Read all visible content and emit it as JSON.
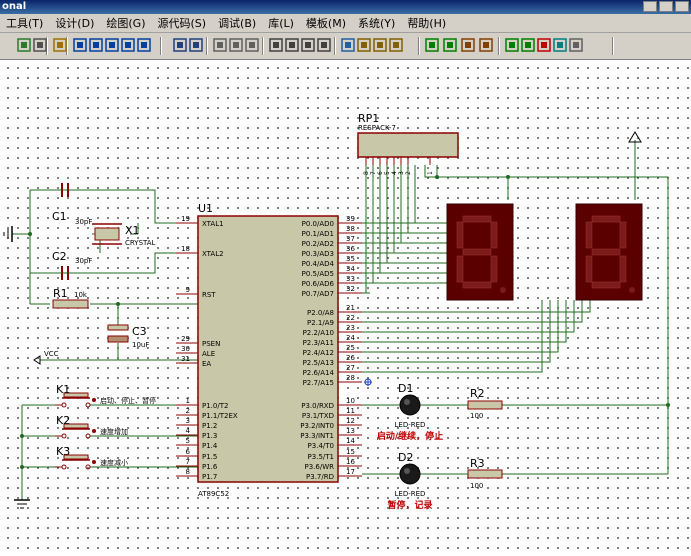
{
  "window": {
    "title": "onal"
  },
  "menu": [
    "工具(T)",
    "设计(D)",
    "绘图(G)",
    "源代码(S)",
    "调试(B)",
    "库(L)",
    "模板(M)",
    "系统(Y)",
    "帮助(H)"
  ],
  "toolbar_icons": [
    "refresh-icon",
    "grid-icon",
    "origin-icon",
    "pan-icon",
    "zoom-in-icon",
    "zoom-out-icon",
    "zoom-all-icon",
    "zoom-area-icon",
    "undo-icon",
    "redo-icon",
    "cut-icon",
    "copy-icon",
    "paste-icon",
    "block-copy-icon",
    "block-move-icon",
    "block-rotate-icon",
    "block-delete-icon",
    "pick-device-icon",
    "make-device-icon",
    "packaging-icon",
    "decompose-icon",
    "wire-autorouter-icon",
    "search-tag-icon",
    "property-assign-icon",
    "new-sheet-icon",
    "remove-sheet-icon",
    "exit-parent-icon",
    "bom-icon",
    "erc-icon",
    "netlist-icon"
  ],
  "schematic": {
    "rp1": {
      "ref": "RP1",
      "value": "RESPACK-7",
      "pins": [
        "8",
        "7",
        "6",
        "5",
        "4",
        "3",
        "2",
        "1"
      ]
    },
    "c1": {
      "ref": "C1",
      "value": "30pF"
    },
    "c2": {
      "ref": "C2",
      "value": "30pF"
    },
    "c3": {
      "ref": "C3",
      "value": "10uF"
    },
    "x1": {
      "ref": "X1",
      "value": "CRYSTAL"
    },
    "r1": {
      "ref": "R1",
      "value": "10k"
    },
    "r2": {
      "ref": "R2",
      "value": "100"
    },
    "r3": {
      "ref": "R3",
      "value": "100"
    },
    "u1": {
      "ref": "U1",
      "value": "AT89C52",
      "left_pins": [
        {
          "num": "19",
          "name": "XTAL1"
        },
        {
          "num": "18",
          "name": "XTAL2"
        },
        {
          "num": "9",
          "name": "RST"
        },
        {
          "num": "29",
          "name": "PSEN"
        },
        {
          "num": "30",
          "name": "ALE"
        },
        {
          "num": "31",
          "name": "EA"
        },
        {
          "num": "1",
          "name": "P1.0/T2"
        },
        {
          "num": "2",
          "name": "P1.1/T2EX"
        },
        {
          "num": "3",
          "name": "P1.2"
        },
        {
          "num": "4",
          "name": "P1.3"
        },
        {
          "num": "5",
          "name": "P1.4"
        },
        {
          "num": "6",
          "name": "P1.5"
        },
        {
          "num": "7",
          "name": "P1.6"
        },
        {
          "num": "8",
          "name": "P1.7"
        }
      ],
      "right_pins": [
        {
          "num": "39",
          "name": "P0.0/AD0"
        },
        {
          "num": "38",
          "name": "P0.1/AD1"
        },
        {
          "num": "37",
          "name": "P0.2/AD2"
        },
        {
          "num": "36",
          "name": "P0.3/AD3"
        },
        {
          "num": "35",
          "name": "P0.4/AD4"
        },
        {
          "num": "34",
          "name": "P0.5/AD5"
        },
        {
          "num": "33",
          "name": "P0.6/AD6"
        },
        {
          "num": "32",
          "name": "P0.7/AD7"
        },
        {
          "num": "21",
          "name": "P2.0/A8"
        },
        {
          "num": "22",
          "name": "P2.1/A9"
        },
        {
          "num": "23",
          "name": "P2.2/A10"
        },
        {
          "num": "24",
          "name": "P2.3/A11"
        },
        {
          "num": "25",
          "name": "P2.4/A12"
        },
        {
          "num": "26",
          "name": "P2.5/A13"
        },
        {
          "num": "27",
          "name": "P2.6/A14"
        },
        {
          "num": "28",
          "name": "P2.7/A15"
        },
        {
          "num": "10",
          "name": "P3.0/RXD"
        },
        {
          "num": "11",
          "name": "P3.1/TXD"
        },
        {
          "num": "12",
          "name": "P3.2/INT0"
        },
        {
          "num": "13",
          "name": "P3.3/INT1"
        },
        {
          "num": "14",
          "name": "P3.4/T0"
        },
        {
          "num": "15",
          "name": "P3.5/T1"
        },
        {
          "num": "16",
          "name": "P3.6/WR"
        },
        {
          "num": "17",
          "name": "P3.7/RD"
        }
      ]
    },
    "vcc": "VCC",
    "k1": {
      "ref": "K1",
      "label": "启动、停止、暂停"
    },
    "k2": {
      "ref": "K2",
      "label": "速度增加"
    },
    "k3": {
      "ref": "K3",
      "label": "速度减小"
    },
    "d1": {
      "ref": "D1",
      "value": "LED-RED",
      "label": "启动/继续，停止"
    },
    "d2": {
      "ref": "D2",
      "value": "LED-RED",
      "label": "暂停，记录"
    },
    "colors": {
      "wire": "#1e6b1e",
      "component": "#8b0000",
      "chip_fill": "#c8c8a8",
      "seg_fill": "#5a0000",
      "seg_on": "#7a1a1a",
      "label_red": "#c00000"
    }
  }
}
